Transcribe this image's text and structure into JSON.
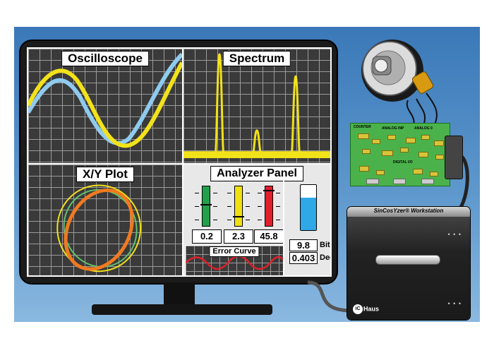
{
  "oscilloscope": {
    "title": "Oscilloscope"
  },
  "spectrum": {
    "title": "Spectrum"
  },
  "xy_plot": {
    "title": "X/Y Plot"
  },
  "analyzer": {
    "title": "Analyzer Panel",
    "sliders": [
      {
        "color": "#22a04a",
        "value": "0.2",
        "level": 0.45
      },
      {
        "color": "#f0e010",
        "value": "2.3",
        "level": 0.75
      },
      {
        "color": "#e0202a",
        "value": "45.8",
        "level": 0.08
      }
    ],
    "level_fill": 0.72,
    "error_curve_title": "Error Curve",
    "bit_value": "9.8",
    "bit_unit": "Bit",
    "deg_value": "0.403",
    "deg_unit": "Deg"
  },
  "workstation": {
    "name": "SinCosYzer® Workstation",
    "logo_mark": "iC",
    "logo_text": "Haus"
  },
  "board": {
    "labels": [
      "COUNTER",
      "ANALOG INP",
      "ANALOG 0",
      "DIGITAL I/O"
    ]
  },
  "colors": {
    "background": "#4a86c4",
    "trace_yellow": "#f2e21a",
    "trace_blue": "#8fcbef",
    "trace_orange": "#f07a20",
    "trace_green": "#5fc36a",
    "error_red": "#e0202a"
  }
}
